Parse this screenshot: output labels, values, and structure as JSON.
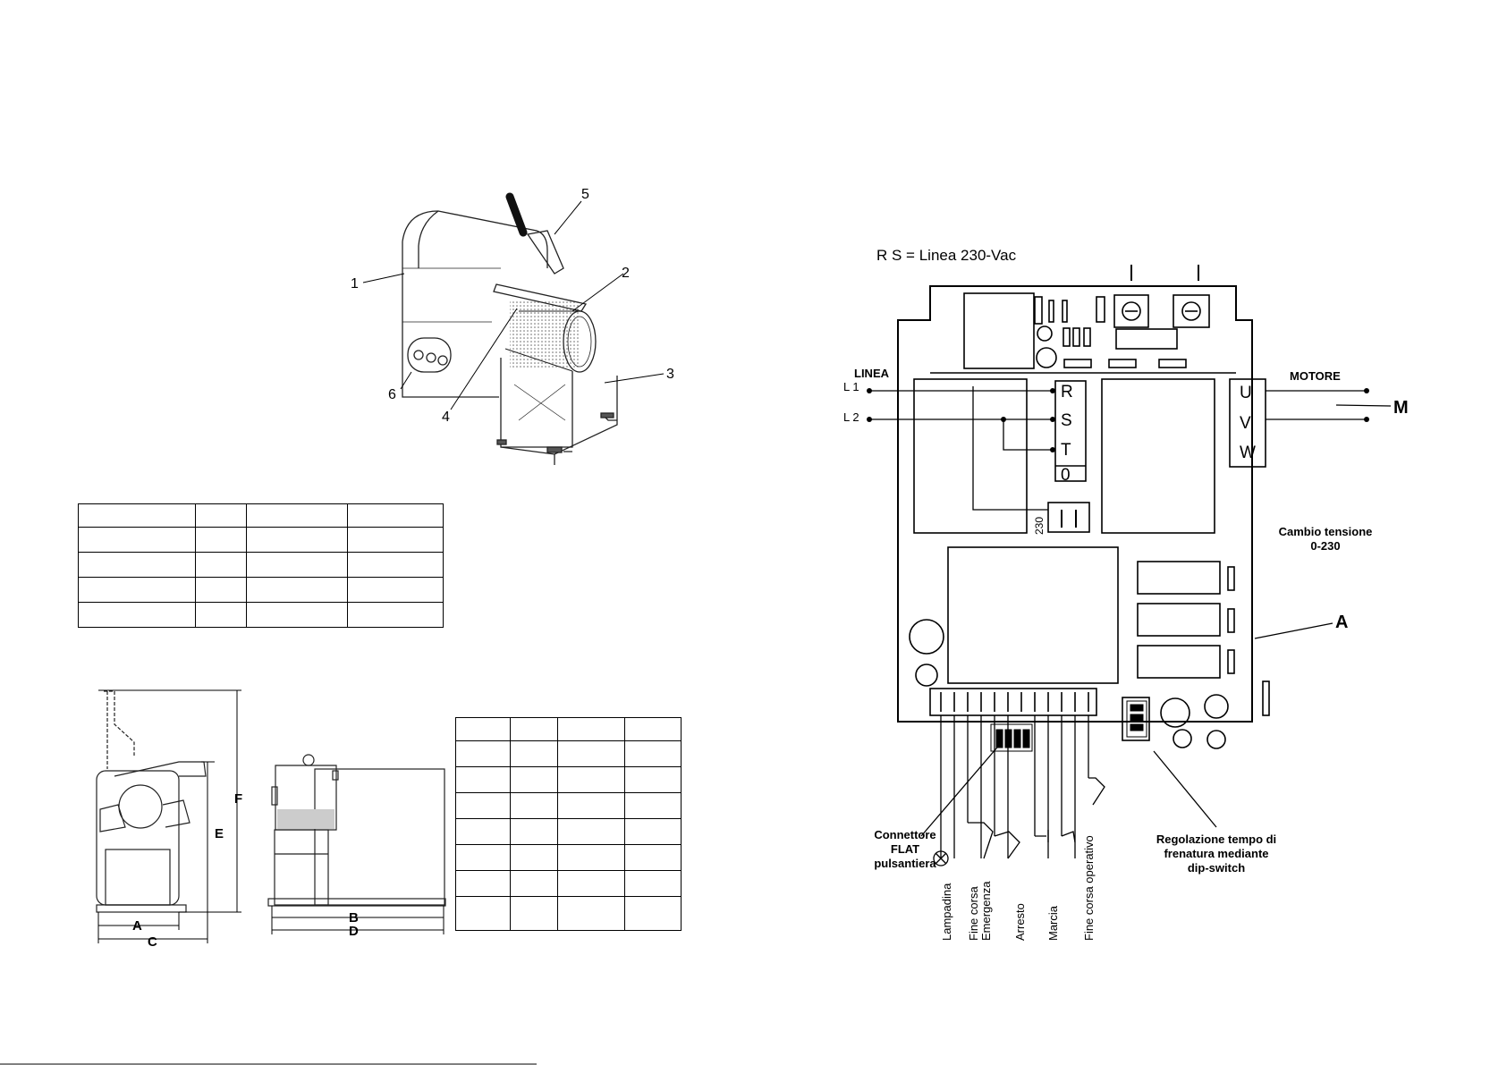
{
  "machine": {
    "callouts": [
      "1",
      "2",
      "3",
      "4",
      "5",
      "6"
    ]
  },
  "dimensions": {
    "labels": [
      "A",
      "B",
      "C",
      "D",
      "E",
      "F"
    ]
  },
  "wiring": {
    "supply_note": "R S = Linea 230-Vac",
    "line_label": "LINEA",
    "l1": "L 1",
    "l2": "L 2",
    "terminals_in": [
      "R",
      "S",
      "T",
      "0"
    ],
    "voltage_switch_value": "230",
    "motor_label": "MOTORE",
    "terminals_out": [
      "U",
      "V",
      "W"
    ],
    "motor_symbol": "M",
    "board_ref": "A",
    "voltage_change_line1": "Cambio tensione",
    "voltage_change_line2": "0-230",
    "flat_line1": "Connettore",
    "flat_line2": "FLAT",
    "flat_line3": "pulsantiera",
    "braking_line1": "Regolazione tempo di",
    "braking_line2": "frenatura mediante",
    "braking_line3": "dip-switch",
    "bottom_labels": {
      "lamp": "Lampadina",
      "emergency_1": "Fine corsa",
      "emergency_2": "Emergenza",
      "stop": "Arresto",
      "start": "Marcia",
      "operative": "Fine corsa operativo"
    }
  }
}
